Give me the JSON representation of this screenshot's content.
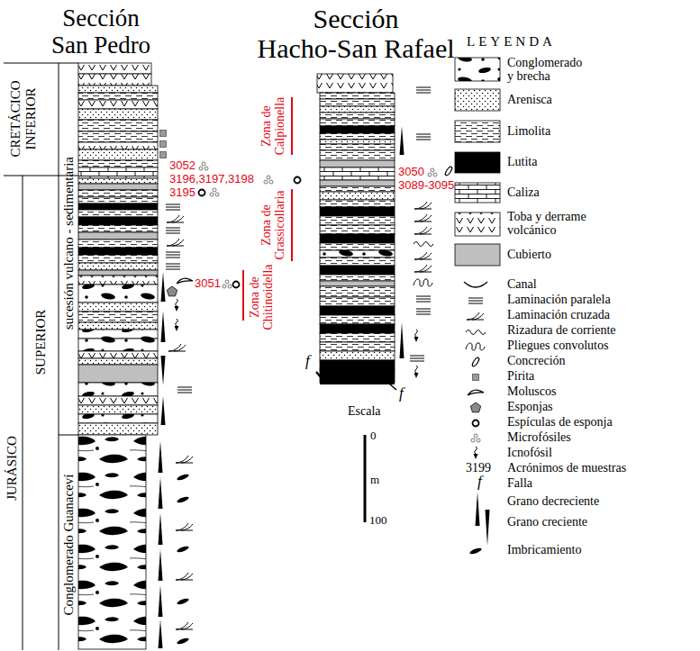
{
  "diagram": {
    "labels": [
      "Sección San Pedro",
      "Sección Hacho-San Rafael",
      "CRETÁCICO INFERIOR",
      "SUPERIOR",
      "JURÁSICO",
      "sucesión vulcano - sedimentaria",
      "Conglomerado Guanaceví",
      "3052",
      "3196,3197,3198",
      "3195",
      "3051",
      "Zona de Chitinoidella",
      "Zona de Calpionella",
      "Zona de Crassicollaria",
      "3050",
      "3089-3095",
      "f",
      "f",
      "Escala",
      "0",
      "m",
      "100",
      "LEYENDA",
      "3199",
      "f"
    ],
    "legend": [
      {
        "text": "Conglomerado y brecha"
      },
      {
        "text": "Arenisca"
      },
      {
        "text": "Limolita"
      },
      {
        "text": "Lutita",
        "color": "#000000"
      },
      {
        "text": "Caliza"
      },
      {
        "text": "Toba y derrame volcánico"
      },
      {
        "text": "Cubierto",
        "color": "#bfbfbf"
      },
      {
        "text": "Canal"
      },
      {
        "text": "Laminación paralela"
      },
      {
        "text": "Laminación cruzada"
      },
      {
        "text": "Rizadura de corriente"
      },
      {
        "text": "Pliegues convolutos"
      },
      {
        "text": "Concreción"
      },
      {
        "text": "Pirita"
      },
      {
        "text": "Moluscos"
      },
      {
        "text": "Esponjas"
      },
      {
        "text": "Espículas de esponja"
      },
      {
        "text": "Microfósiles"
      },
      {
        "text": "Icnofósil"
      },
      {
        "text": "Acrónimos de muestras"
      },
      {
        "text": "Falla"
      },
      {
        "text": "Grano decreciente"
      },
      {
        "text": "Grano creciente"
      },
      {
        "text": "Imbricamiento"
      }
    ]
  }
}
